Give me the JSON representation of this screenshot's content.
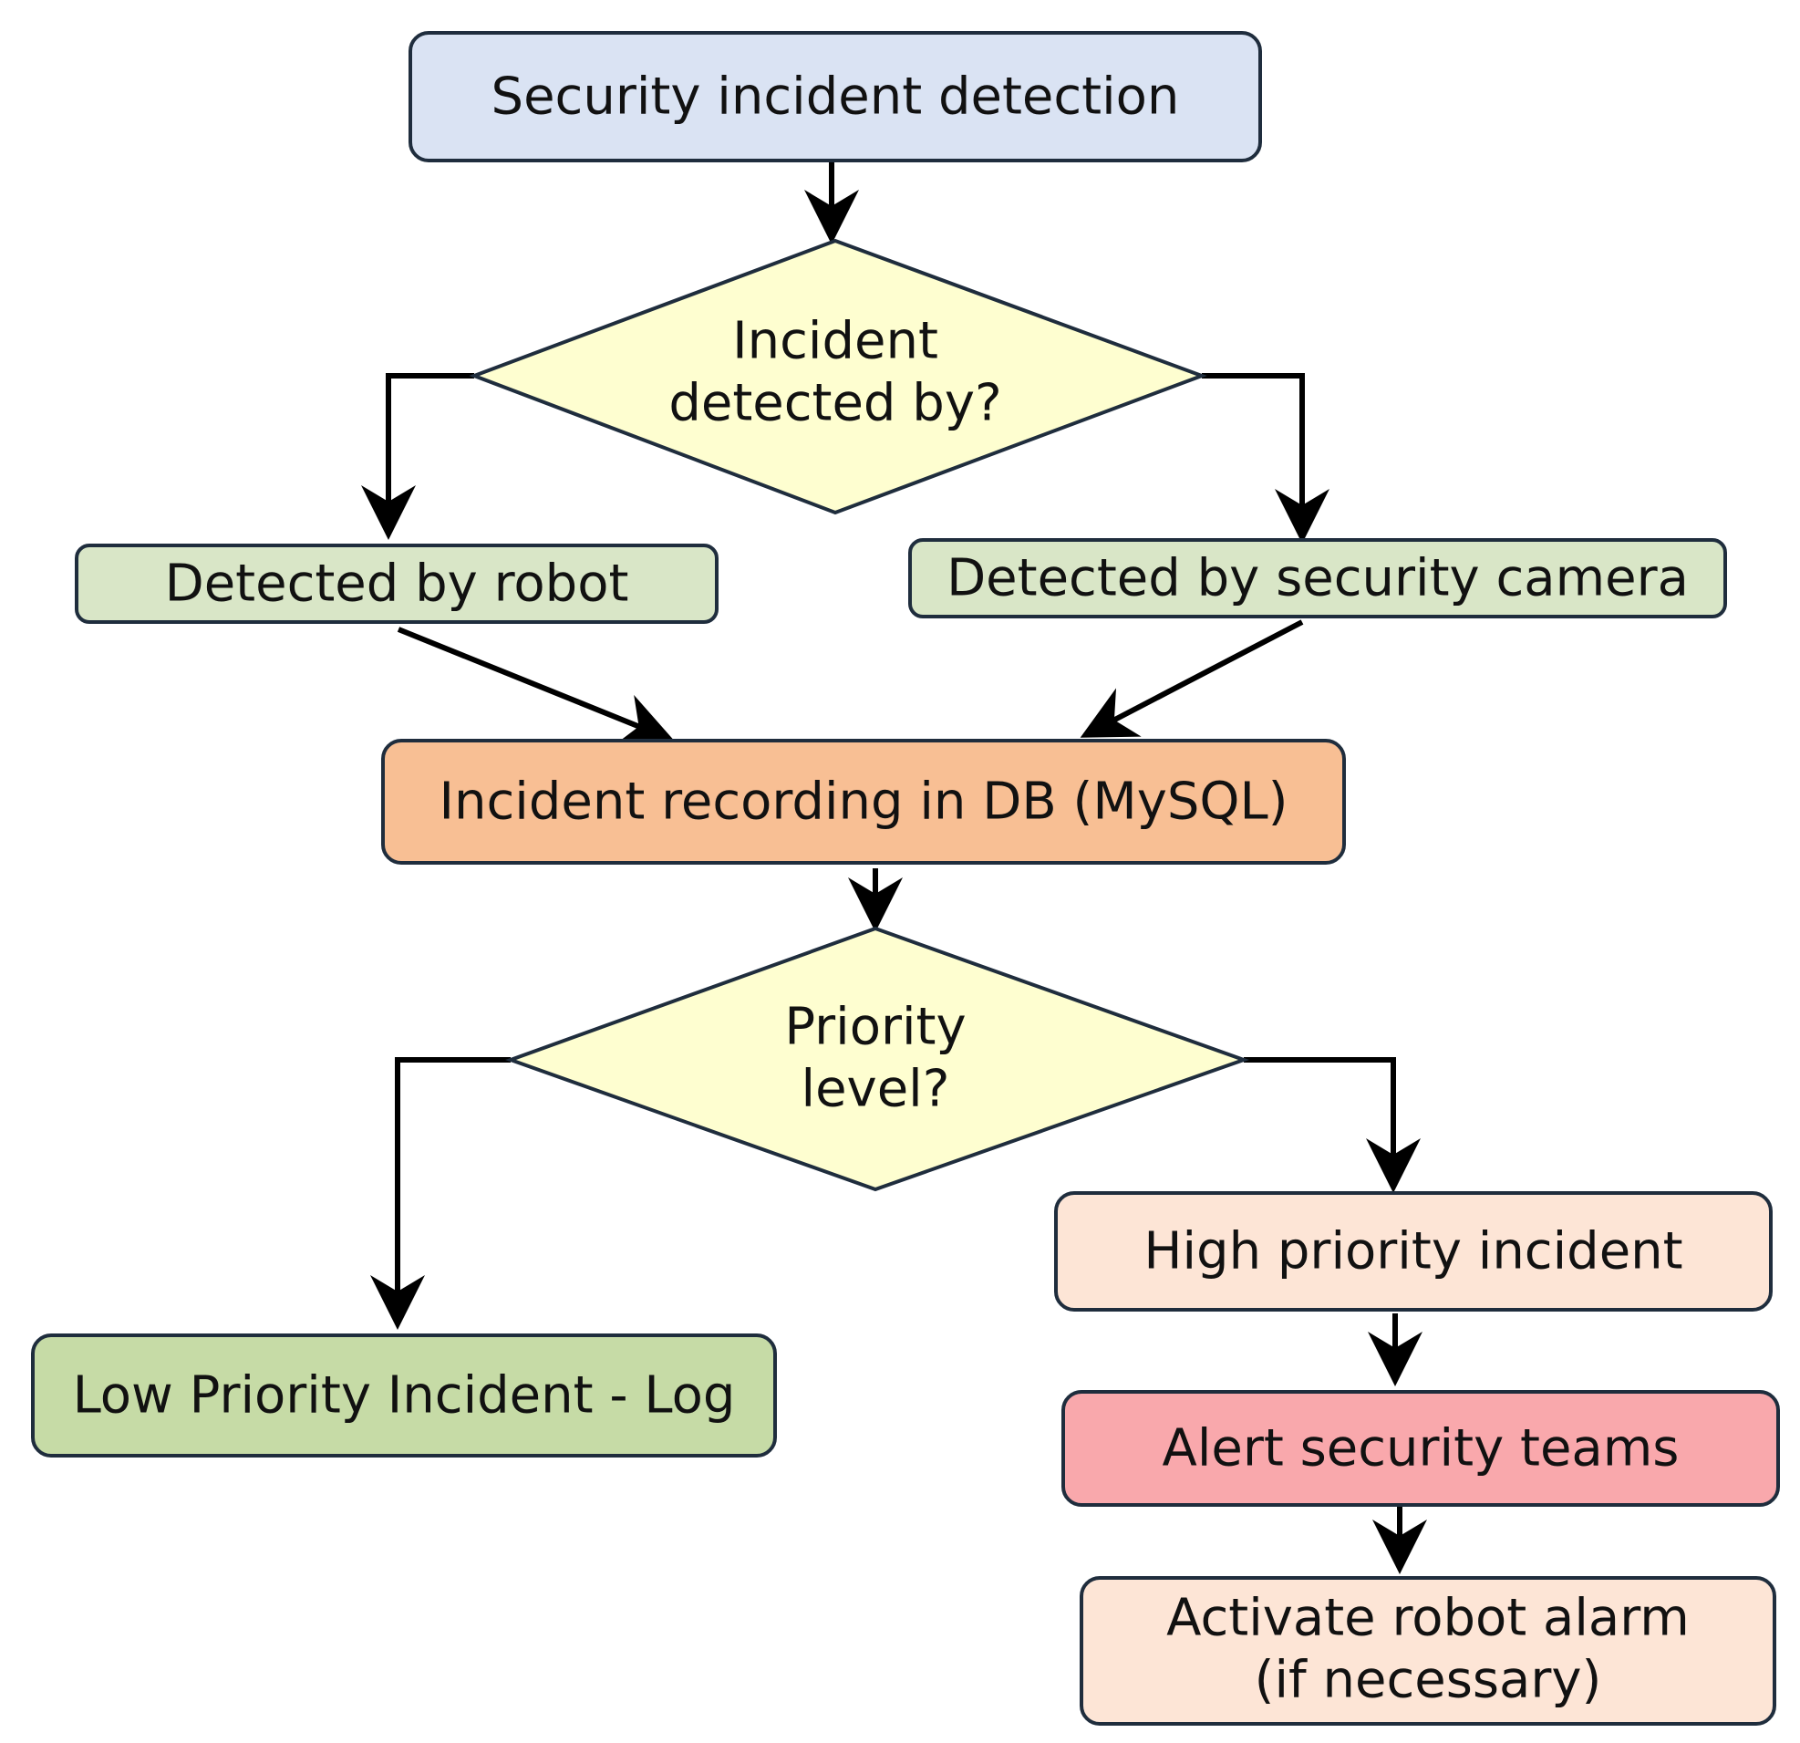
{
  "colors": {
    "start": "#dae3f3",
    "decision": "#fefed0",
    "detect": "#d9e6c7",
    "record": "#f8bf94",
    "low": "#c6dba6",
    "high": "#fde5d6",
    "alert": "#f9a8ac",
    "activate": "#fde5d6",
    "stroke": "#1f2d3d",
    "arrow": "#000000"
  },
  "nodes": {
    "start": "Security incident detection",
    "decision_source": [
      "Incident",
      "detected by?"
    ],
    "robot": "Detected by robot",
    "camera": "Detected by security camera",
    "record": "Incident recording in DB (MySQL)",
    "decision_priority": [
      "Priority",
      "level?"
    ],
    "low": "Low Priority Incident - Log",
    "high": "High priority incident",
    "alert": "Alert security teams",
    "activate": [
      "Activate robot alarm",
      "(if necessary)"
    ]
  }
}
